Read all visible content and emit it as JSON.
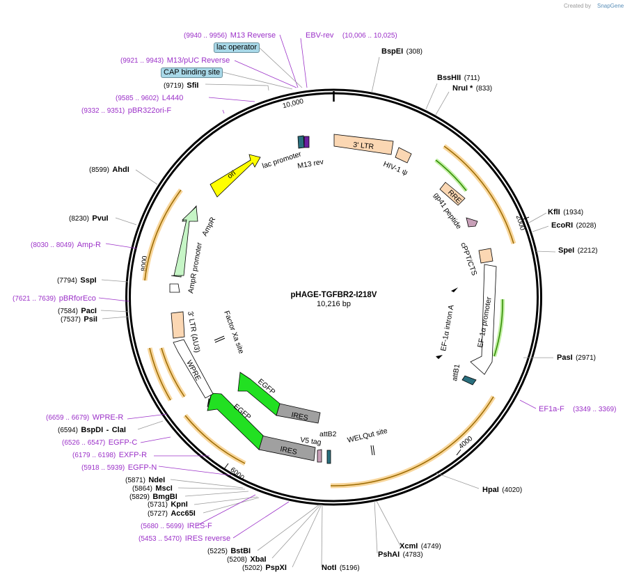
{
  "watermark": {
    "prefix": "Created by",
    "brand": "SnapGene"
  },
  "plasmid": {
    "name": "pHAGE-TGFBR2-I218V",
    "length_label": "10,216 bp"
  },
  "ticks": [
    "10,000",
    "2000",
    "4000",
    "6000",
    "8000"
  ],
  "enzymes": [
    {
      "name": "BspEI",
      "pos": "(308)"
    },
    {
      "name": "BssHII",
      "pos": "(711)"
    },
    {
      "name": "NruI *",
      "pos": "(833)"
    },
    {
      "name": "KflI",
      "pos": "(1934)"
    },
    {
      "name": "EcoRI",
      "pos": "(2028)"
    },
    {
      "name": "SpeI",
      "pos": "(2212)"
    },
    {
      "name": "PasI",
      "pos": "(2971)"
    },
    {
      "name": "HpaI",
      "pos": "(4020)"
    },
    {
      "name": "XcmI",
      "pos": "(4749)"
    },
    {
      "name": "PshAI",
      "pos": "(4783)"
    },
    {
      "name": "NotI",
      "pos": "(5196)"
    },
    {
      "name": "PspXI",
      "pos": "(5202)"
    },
    {
      "name": "XbaI",
      "pos": "(5208)"
    },
    {
      "name": "BstBI",
      "pos": "(5225)"
    },
    {
      "name": "Acc65I",
      "pos": "(5727)"
    },
    {
      "name": "KpnI",
      "pos": "(5731)"
    },
    {
      "name": "BmgBI",
      "pos": "(5829)"
    },
    {
      "name": "MscI",
      "pos": "(5864)"
    },
    {
      "name": "NdeI",
      "pos": "(5871)"
    },
    {
      "name": "ClaI",
      "pos": "(6594)",
      "prefix": "BspDI"
    },
    {
      "name": "PsiI",
      "pos": "(7537)"
    },
    {
      "name": "PacI",
      "pos": "(7584)"
    },
    {
      "name": "SspI",
      "pos": "(7794)"
    },
    {
      "name": "PvuI",
      "pos": "(8230)"
    },
    {
      "name": "AhdI",
      "pos": "(8599)"
    },
    {
      "name": "SfiI",
      "pos": "(9719)"
    }
  ],
  "primers": [
    {
      "name": "M13 Reverse",
      "pos": "(9940 .. 9956)"
    },
    {
      "name": "EBV-rev",
      "pos": "(10,006 .. 10,025)"
    },
    {
      "name": "M13/pUC Reverse",
      "pos": "(9921 .. 9943)"
    },
    {
      "name": "L4440",
      "pos": "(9585 .. 9602)"
    },
    {
      "name": "pBR322ori-F",
      "pos": "(9332 .. 9351)"
    },
    {
      "name": "Amp-R",
      "pos": "(8030 .. 8049)"
    },
    {
      "name": "pBRforEco",
      "pos": "(7621 .. 7639)"
    },
    {
      "name": "EF1a-F",
      "pos": "(3349 .. 3369)"
    },
    {
      "name": "WPRE-R",
      "pos": "(6659 .. 6679)"
    },
    {
      "name": "EGFP-C",
      "pos": "(6526 .. 6547)"
    },
    {
      "name": "EXFP-R",
      "pos": "(6179 .. 6198)"
    },
    {
      "name": "EGFP-N",
      "pos": "(5918 .. 5939)"
    },
    {
      "name": "IRES-F",
      "pos": "(5680 .. 5699)"
    },
    {
      "name": "IRES reverse",
      "pos": "(5453 .. 5470)"
    }
  ],
  "boxed_features": [
    "lac operator",
    "CAP binding site"
  ],
  "features": {
    "ltr3": "3' LTR",
    "hiv_psi": "HIV-1 ψ",
    "rre": "RRE",
    "gp41": "gp41 peptide",
    "cppt": "cPPT/CTS",
    "ef1a_intron": "EF-1α intron A",
    "ef1a_promoter": "EF-1α promoter",
    "attb1": "attB1",
    "welqut": "WELQut site",
    "attb2": "attB2",
    "v5tag": "V5 tag",
    "ires1": "IRES",
    "egfp1": "EGFP",
    "ires2": "IRES",
    "egfp2": "EGFP",
    "wpre": "WPRE",
    "ltr3_du3": "3' LTR (ΔU3)",
    "factor_xa": "Factor Xa site",
    "ampr_promoter": "AmpR promoter",
    "ampr": "AmpR",
    "ori": "ori",
    "lac_promoter": "lac promoter",
    "m13rev": "M13 rev"
  },
  "colors": {
    "primer": "#9b30c8",
    "orf_fill": "#f5a623",
    "egfp": "#22e022",
    "ires": "#a0a0a0",
    "ltr": "#fbd7b3",
    "ori": "#ffff00",
    "ampr": "#c6f5c6"
  }
}
